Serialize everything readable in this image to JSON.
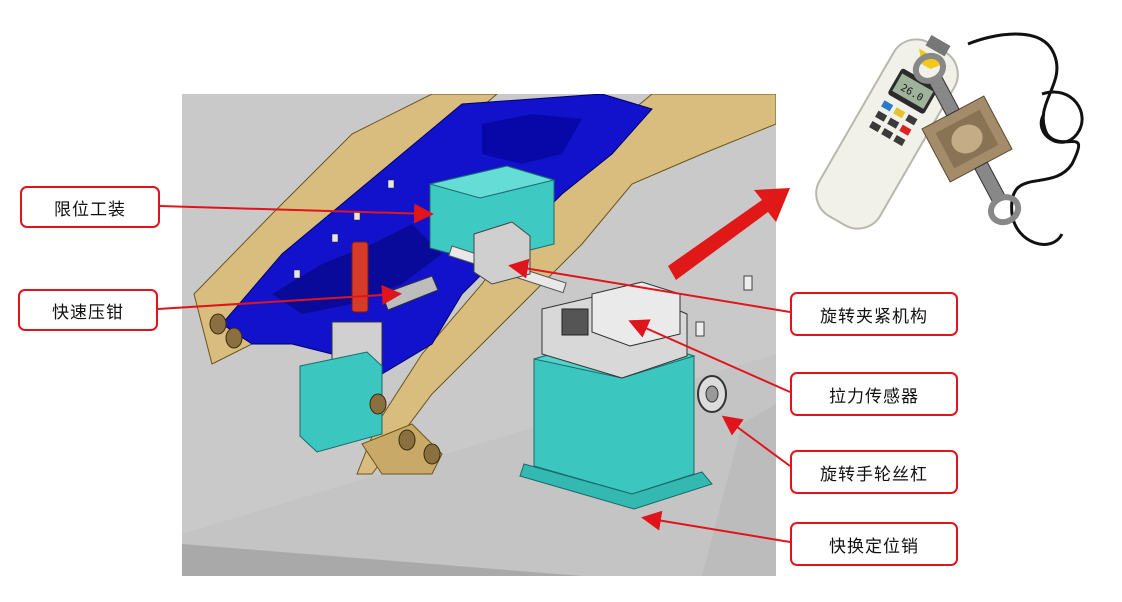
{
  "labels": {
    "limit_fixture": "限位工装",
    "quick_clamp": "快速压钳",
    "rotary_clamp": "旋转夹紧机构",
    "tension_sensor": "拉力传感器",
    "handwheel_screw": "旋转手轮丝杠",
    "quick_pin": "快换定位销"
  },
  "gauge": {
    "display_reading": "26.0"
  },
  "colors": {
    "callout_border": "#e0141b",
    "leader": "#e0141b",
    "arrow": "#e01818",
    "part_blue": "#1010d0",
    "part_gold": "#d7ba78",
    "fixture_cyan": "#3cc6c0",
    "plate_gray": "#c8c8c8"
  }
}
